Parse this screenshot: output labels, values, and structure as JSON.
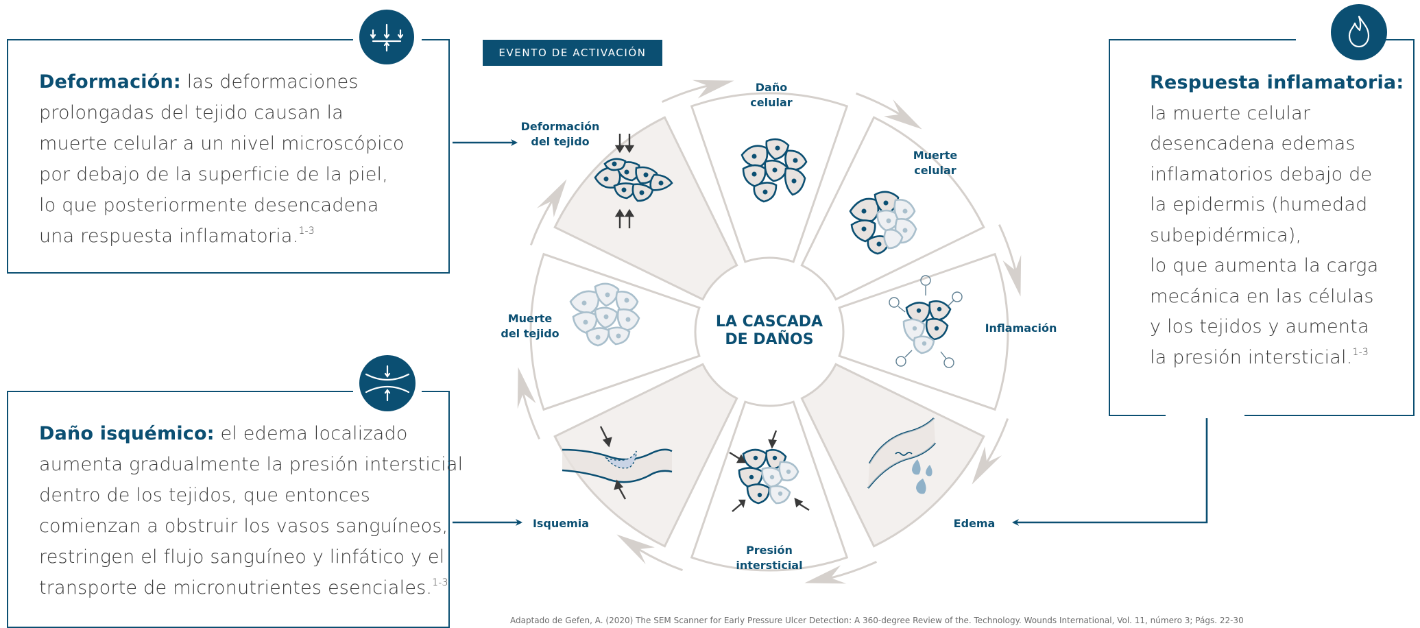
{
  "tag_label": "EVENTO DE ACTIVACIÓN",
  "center_title": [
    "LA CASCADA",
    "DE DAÑOS"
  ],
  "stages": [
    {
      "key": "deformacion",
      "lines": [
        "Deformación",
        "del tejido"
      ]
    },
    {
      "key": "dano",
      "lines": [
        "Daño",
        "celular"
      ]
    },
    {
      "key": "muerte_celular",
      "lines": [
        "Muerte",
        "celular"
      ]
    },
    {
      "key": "inflamacion",
      "lines": [
        "Inflamación"
      ]
    },
    {
      "key": "edema",
      "lines": [
        "Edema"
      ]
    },
    {
      "key": "presion",
      "lines": [
        "Presión",
        "intersticial"
      ]
    },
    {
      "key": "isquemia",
      "lines": [
        "Isquemia"
      ]
    },
    {
      "key": "muerte_tejido",
      "lines": [
        "Muerte",
        "del tejido"
      ]
    }
  ],
  "boxes": {
    "deformacion": {
      "title": "Deformación:",
      "lines": [
        " las deformaciones",
        "prolongadas del tejido causan la",
        "muerte celular a un nivel microscópico",
        "por debajo de la superficie de la piel,",
        "lo que posteriormente desencadena",
        "una respuesta inflamatoria."
      ],
      "sup": "1-3",
      "icon": "compression-arrows-icon"
    },
    "isquemico": {
      "title": "Daño isquémico:",
      "lines": [
        " el edema localizado",
        "aumenta gradualmente la presión intersticial",
        "dentro de los tejidos, que entonces",
        "comienzan a obstruir los vasos sanguíneos,",
        "restringen el flujo sanguíneo y linfático y el",
        "transporte de micronutrientes esenciales."
      ],
      "sup": "1-3",
      "icon": "pressure-vessel-icon"
    },
    "inflamatoria": {
      "title": "Respuesta inflamatoria:",
      "lines": [
        "la muerte celular",
        "desencadena edemas",
        "inflamatorios debajo de",
        "la epidermis (humedad",
        "subepidérmica),",
        "lo que aumenta la carga",
        "mecánica en las células",
        "y los tejidos y aumenta",
        "la presión intersticial."
      ],
      "sup": "1-3",
      "icon": "flame-icon"
    }
  },
  "footnote": "Adaptado de Gefen, A. (2020) The SEM Scanner for Early Pressure Ulcer Detection: A 360-degree Review of the. Technology. Wounds International, Vol. 11, número 3; Págs. 22-30",
  "colors": {
    "navy": "#0b4f72",
    "gray": "#d5d0cc",
    "sector_fill": "#f3f0ee",
    "text": "#3a3a3a"
  }
}
